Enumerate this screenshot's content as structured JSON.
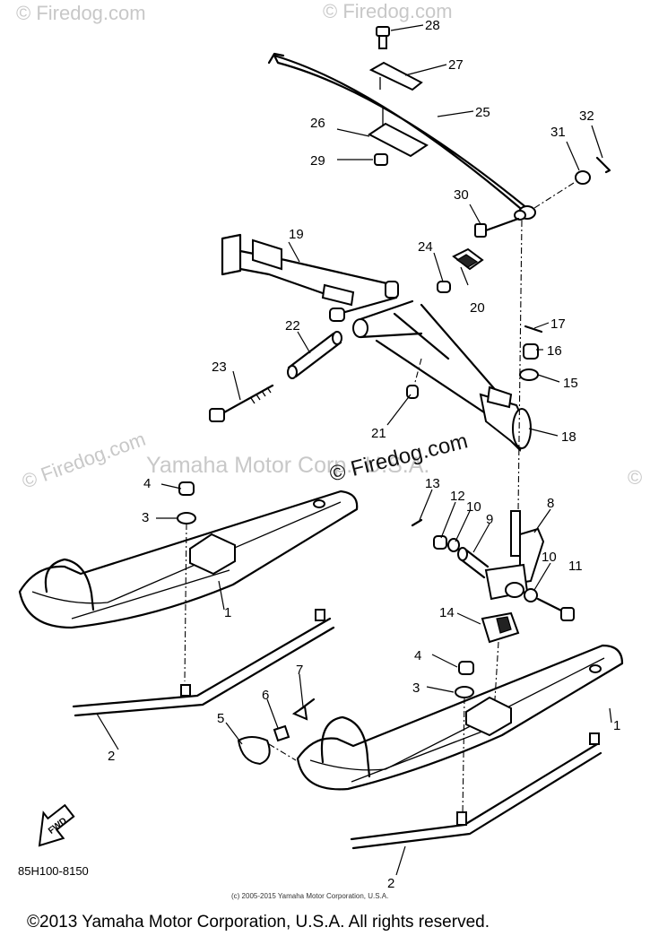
{
  "watermarks": {
    "corner": "© Firedog.com",
    "center_brand": "Yamaha Motor Corp., U.S.A.",
    "center_site": "© Firedog.com"
  },
  "fwd_label": "FWD",
  "drawing_code": "85H100-8150",
  "small_copyright": "(c) 2005-2015 Yamaha Motor Corporation, U.S.A.",
  "footer_copyright": "©2013 Yamaha Motor Corporation, U.S.A. All rights reserved.",
  "callouts": {
    "c28": "28",
    "c27": "27",
    "c25": "25",
    "c26": "26",
    "c29": "29",
    "c31": "31",
    "c32": "32",
    "c30": "30",
    "c19": "19",
    "c24": "24",
    "c20": "20",
    "c17": "17",
    "c16": "16",
    "c15": "15",
    "c22": "22",
    "c23": "23",
    "c21": "21",
    "c18": "18",
    "c13": "13",
    "c12": "12",
    "c10a": "10",
    "c9": "9",
    "c8": "8",
    "c10b": "10",
    "c11": "11",
    "c4a": "4",
    "c3a": "3",
    "c1a": "1",
    "c14": "14",
    "c4b": "4",
    "c3b": "3",
    "c7": "7",
    "c6": "6",
    "c5": "5",
    "c1b": "1",
    "c2a": "2",
    "c2b": "2"
  }
}
